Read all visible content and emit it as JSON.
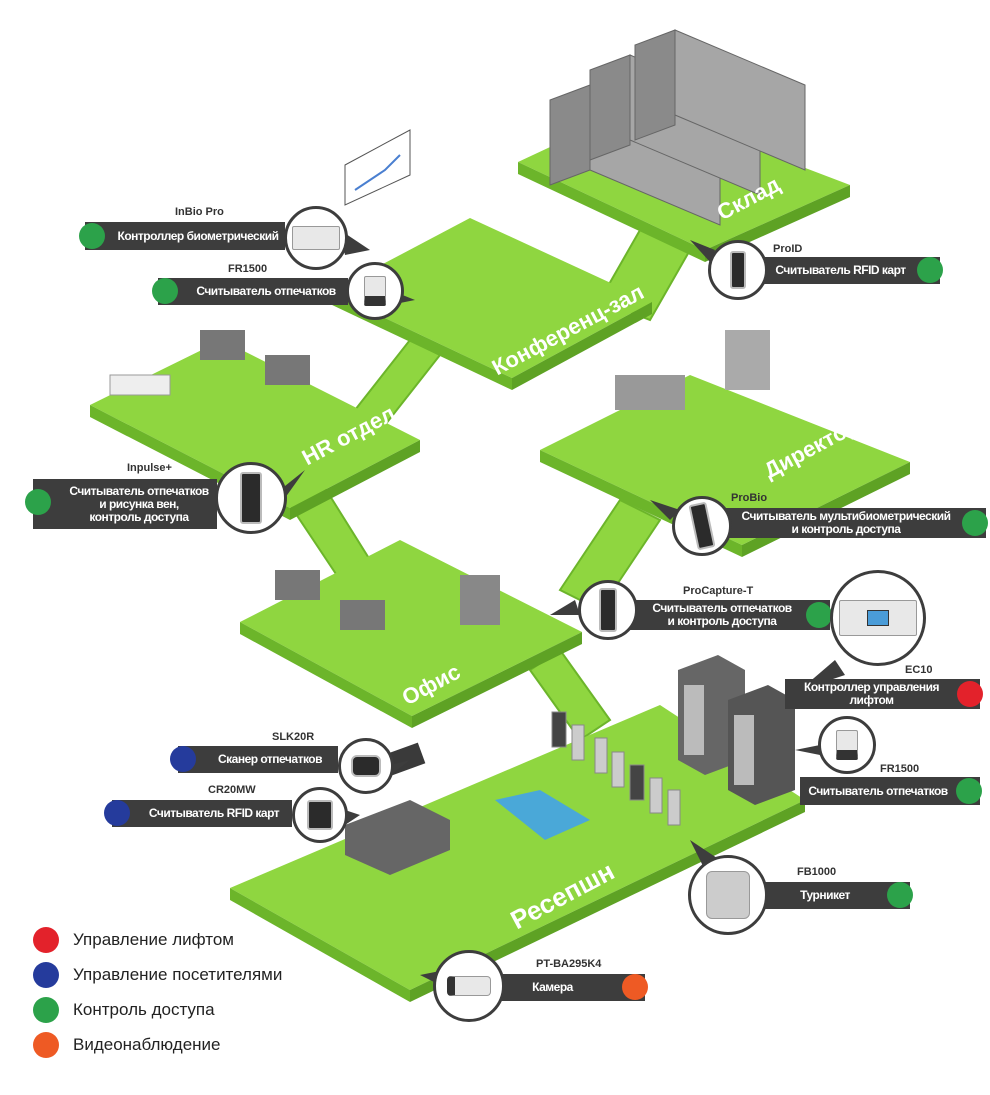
{
  "colors": {
    "floor": "#8fd640",
    "floor_side": "#6cb52a",
    "bar": "#3d3d3d",
    "access": "#2ca24a",
    "visitors": "#253b9c",
    "elevator": "#e3222b",
    "video": "#ee5a24"
  },
  "rooms": {
    "warehouse": "Склад",
    "conference": "Конференц-зал",
    "hr": "HR отдел",
    "director": "Директор",
    "office": "Офис",
    "reception": "Ресепшн"
  },
  "devices": [
    {
      "model": "InBio Pro",
      "label": [
        "Контроллер биометрический"
      ],
      "category": "access"
    },
    {
      "model": "FR1500",
      "label": [
        "Считыватель отпечатков"
      ],
      "category": "access"
    },
    {
      "model": "ProID",
      "label": [
        "Считыватель RFID карт"
      ],
      "category": "access"
    },
    {
      "model": "Inpulse+",
      "label": [
        "Считыватель отпечатков",
        "и рисунка вен,",
        "контроль доступа"
      ],
      "category": "access"
    },
    {
      "model": "ProBio",
      "label": [
        "Считыватель мультибиометрический",
        "и контроль доступа"
      ],
      "category": "access"
    },
    {
      "model": "ProCapture-T",
      "label": [
        "Считыватель отпечатков",
        "и контроль доступа"
      ],
      "category": "access"
    },
    {
      "model": "EC10",
      "label": [
        "Контроллер управления",
        "лифтом"
      ],
      "category": "elevator"
    },
    {
      "model": "FR1500",
      "label": [
        "Считыватель отпечатков"
      ],
      "category": "access"
    },
    {
      "model": "SLK20R",
      "label": [
        "Сканер отпечатков"
      ],
      "category": "visitors"
    },
    {
      "model": "CR20MW",
      "label": [
        "Считыватель RFID карт"
      ],
      "category": "visitors"
    },
    {
      "model": "FB1000",
      "label": [
        "Турникет"
      ],
      "category": "access"
    },
    {
      "model": "PT-BA295K4",
      "label": [
        "Камера"
      ],
      "category": "video"
    }
  ],
  "legend": [
    {
      "label": "Управление лифтом",
      "color": "#e3222b"
    },
    {
      "label": "Управление посетителями",
      "color": "#253b9c"
    },
    {
      "label": "Контроль доступа",
      "color": "#2ca24a"
    },
    {
      "label": "Видеонаблюдение",
      "color": "#ee5a24"
    }
  ]
}
